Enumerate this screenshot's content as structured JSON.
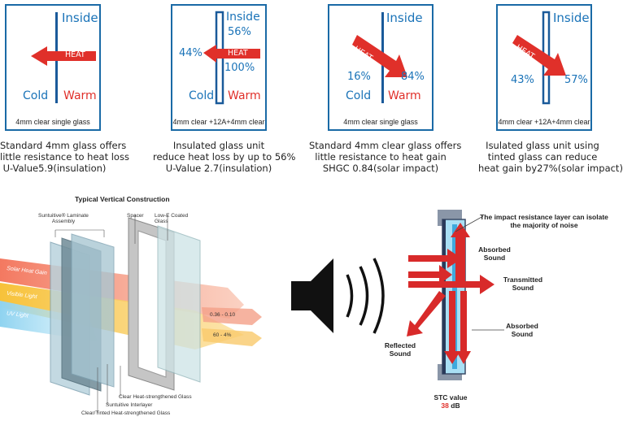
{
  "panels": [
    {
      "inside": "Inside",
      "cold": "Cold",
      "warm": "Warm",
      "heat": "HEAT",
      "caption": "4mm clear single glass"
    },
    {
      "inside": "Inside",
      "in_pct": "56%",
      "left_pct": "44%",
      "heat": "HEAT",
      "out_pct": "100%",
      "cold": "Cold",
      "warm": "Warm",
      "caption": "4mm clear +12A+4mm clear"
    },
    {
      "inside": "Inside",
      "heat": "HEAT",
      "left_pct": "16%",
      "right_pct": "84%",
      "cold": "Cold",
      "warm": "Warm",
      "caption": "4mm clear single glass"
    },
    {
      "inside": "Inside",
      "heat": "HEAT",
      "left_pct": "43%",
      "right_pct": "57%",
      "caption": "4mm clear +12A+4mm clear"
    }
  ],
  "descriptions": [
    [
      "Standard 4mm glass offers",
      "little resistance to heat loss",
      "U-Value5.9(insulation)"
    ],
    [
      "Insulated glass unit",
      "reduce heat loss by up to 56%",
      "U-Value 2.7(insulation)"
    ],
    [
      "Standard 4mm clear glass offers",
      "little resistance to heat gain",
      "SHGC 0.84(solar impact)"
    ],
    [
      "Isulated glass unit using",
      "tinted glass can reduce",
      "heat gain by27%(solar impact)"
    ]
  ],
  "construction": {
    "title": "Typical Vertical Construction",
    "laminate": "Suntuitive® Laminate Assembly",
    "spacer": "Spacer",
    "lowe": "Low-E Coated Glass",
    "beam_solar": "Solar Heat Gain",
    "beam_visible": "Visible Light",
    "beam_uv": "UV Light",
    "val_solar": "0.36 - 0.10",
    "val_visible": "60 - 4%",
    "label_clear": "Clear Heat-strengthened Glass",
    "label_interlayer": "Suntuitive Interlayer",
    "label_tinted": "Clear/Tinted Heat-strengthened Glass"
  },
  "sound": {
    "impact": "The impact resistance layer can isolate the majority of noise",
    "absorbed1": "Absorbed Sound",
    "transmitted": "Transmitted Sound",
    "absorbed2": "Absorbed Sound",
    "reflected": "Reflected Sound",
    "stc_label": "STC value",
    "stc_value": "38",
    "stc_unit": "dB"
  },
  "colors": {
    "blue": "#1a73b8",
    "red": "#e0302a",
    "frame": "#1a6aa6"
  }
}
